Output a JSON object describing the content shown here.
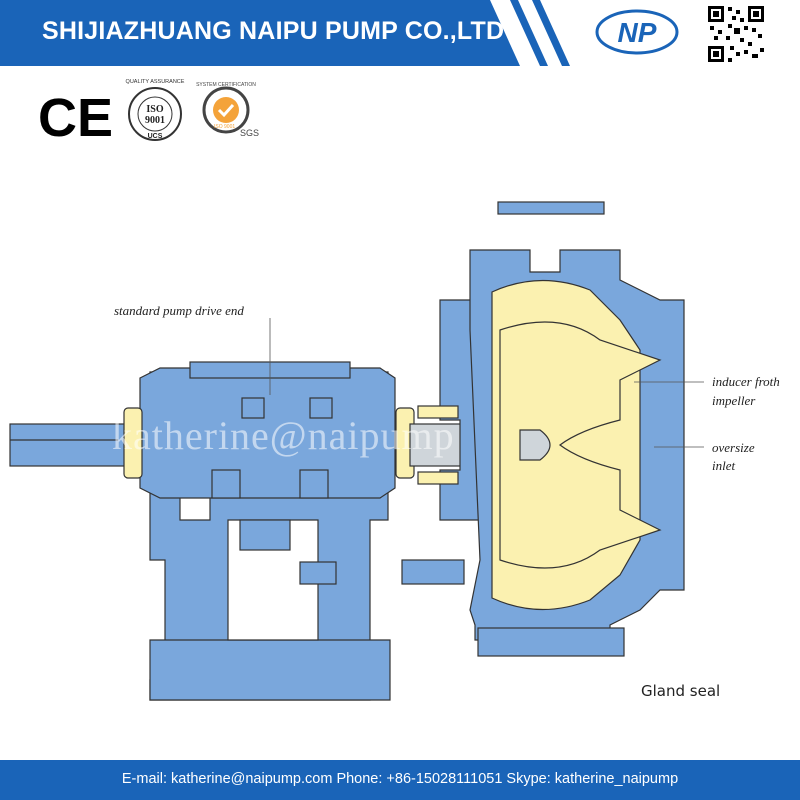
{
  "header": {
    "company_name": "SHIJIAZHUANG NAIPU PUMP CO.,LTD",
    "logo_text": "NP",
    "brand_color": "#1a64b8"
  },
  "certifications": {
    "ce_mark": "CE",
    "iso_ring_text": "QUALITY ASSURANCE",
    "iso_main": "ISO",
    "iso_number": "9001",
    "iso_sub": "UCS",
    "sgs_ring_text": "SYSTEM CERTIFICATION",
    "sgs_label": "SGS",
    "sgs_badge": "ISO 9001"
  },
  "diagram": {
    "labels": {
      "drive_end": "standard pump drive end",
      "impeller_line1": "inducer froth",
      "impeller_line2": "impeller",
      "inlet_line1": "oversize",
      "inlet_line2": "inlet",
      "gland_seal": "Gland seal"
    },
    "watermark": "katherine@naipump",
    "colors": {
      "casing_blue": "#7aa7dc",
      "liner_yellow": "#fbf1b0",
      "outline": "#333333"
    }
  },
  "footer": {
    "contact": "E-mail: katherine@naipump.com Phone: +86-15028111051 Skype: katherine_naipump"
  }
}
